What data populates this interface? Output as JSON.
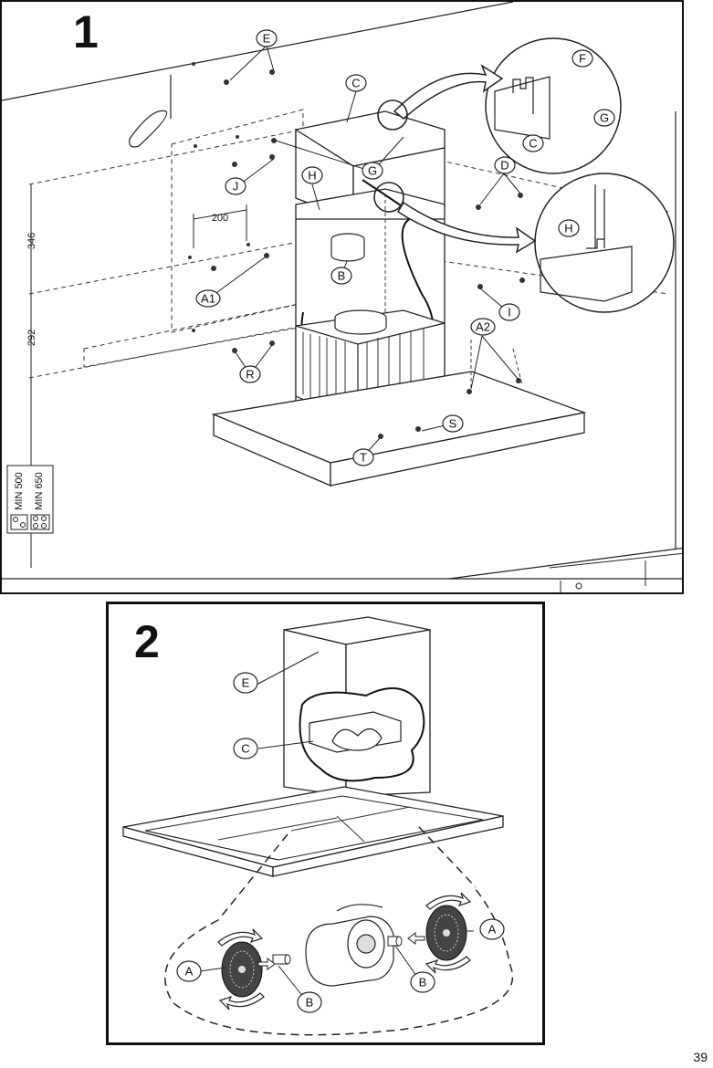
{
  "page_number": "39",
  "step1": {
    "number": "1",
    "labels": {
      "E": "E",
      "C": "C",
      "F": "F",
      "G": "G",
      "C2": "C",
      "G2": "G",
      "H": "H",
      "D": "D",
      "J": "J",
      "H2": "H",
      "B": "B",
      "A1": "A1",
      "I": "I",
      "A2": "A2",
      "R": "R",
      "S": "S",
      "T": "T"
    },
    "dimensions": {
      "d200": "200",
      "d346": "346",
      "d292": "292",
      "min500": "MIN 500",
      "min650": "MIN 650"
    }
  },
  "step2": {
    "number": "2",
    "labels": {
      "E": "E",
      "C": "C",
      "A_left": "A",
      "A_right": "A",
      "B_center": "B",
      "B_right": "B"
    }
  }
}
